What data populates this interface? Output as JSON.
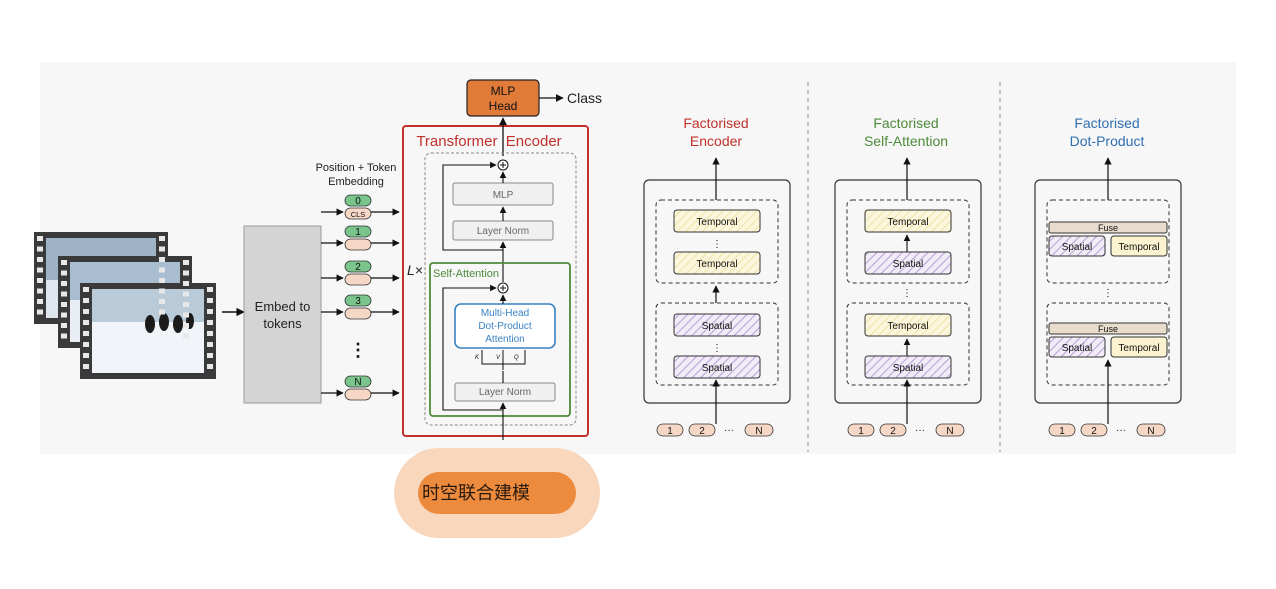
{
  "colors": {
    "panel_bg": "#f7f7f7",
    "encoder_border": "#c0312b",
    "self_attention_border": "#4e8a3a",
    "mha_border": "#3a82c4",
    "mlp_head_fill": "#e07b39",
    "token_green": "#79c58b",
    "token_peach": "#f6d7c6",
    "temporal_fill": "#fbf3cf",
    "spatial_hatch": "#b9a7d6",
    "fuse_fill": "#e8dccd",
    "title_red": "#c0312b",
    "title_green": "#4e8a3a",
    "title_blue": "#2f6fb0",
    "badge_outer": "#f8d7bd",
    "badge_inner": "#ec8a3d"
  },
  "left": {
    "embed_label_1": "Embed to",
    "embed_label_2": "tokens",
    "position_label_1": "Position + Token",
    "position_label_2": "Embedding",
    "tokens": [
      "0",
      "1",
      "2",
      "3",
      "N"
    ],
    "cls_label": "CLS",
    "dots": "⋮"
  },
  "encoder": {
    "mlp_head_1": "MLP",
    "mlp_head_2": "Head",
    "class_label": "Class",
    "title": "Transformer  Encoder",
    "lx": "L×",
    "mlp": "MLP",
    "layer_norm_top": "Layer Norm",
    "self_attention": "Self-Attention",
    "mha_1": "Multi-Head",
    "mha_2": "Dot-Product",
    "mha_3": "Attention",
    "k": "K",
    "v": "V",
    "q": "Q",
    "layer_norm_bottom": "Layer Norm",
    "plus": "⊕"
  },
  "panels": [
    {
      "title_1": "Factorised",
      "title_2": "Encoder",
      "top_blocks": [
        "Temporal",
        "Temporal"
      ],
      "bottom_blocks": [
        "Spatial",
        "Spatial"
      ],
      "tokens": [
        "1",
        "2",
        "N"
      ],
      "dots": "···"
    },
    {
      "title_1": "Factorised",
      "title_2": "Self-Attention",
      "top_blocks": [
        "Temporal",
        "Spatial"
      ],
      "bottom_blocks": [
        "Temporal",
        "Spatial"
      ],
      "tokens": [
        "1",
        "2",
        "N"
      ],
      "dots": "···"
    },
    {
      "title_1": "Factorised",
      "title_2": "Dot-Product",
      "fuse": "Fuse",
      "spatial": "Spatial",
      "temporal": "Temporal",
      "tokens": [
        "1",
        "2",
        "N"
      ],
      "dots": "···"
    }
  ],
  "badge": {
    "text": "时空联合建模"
  }
}
